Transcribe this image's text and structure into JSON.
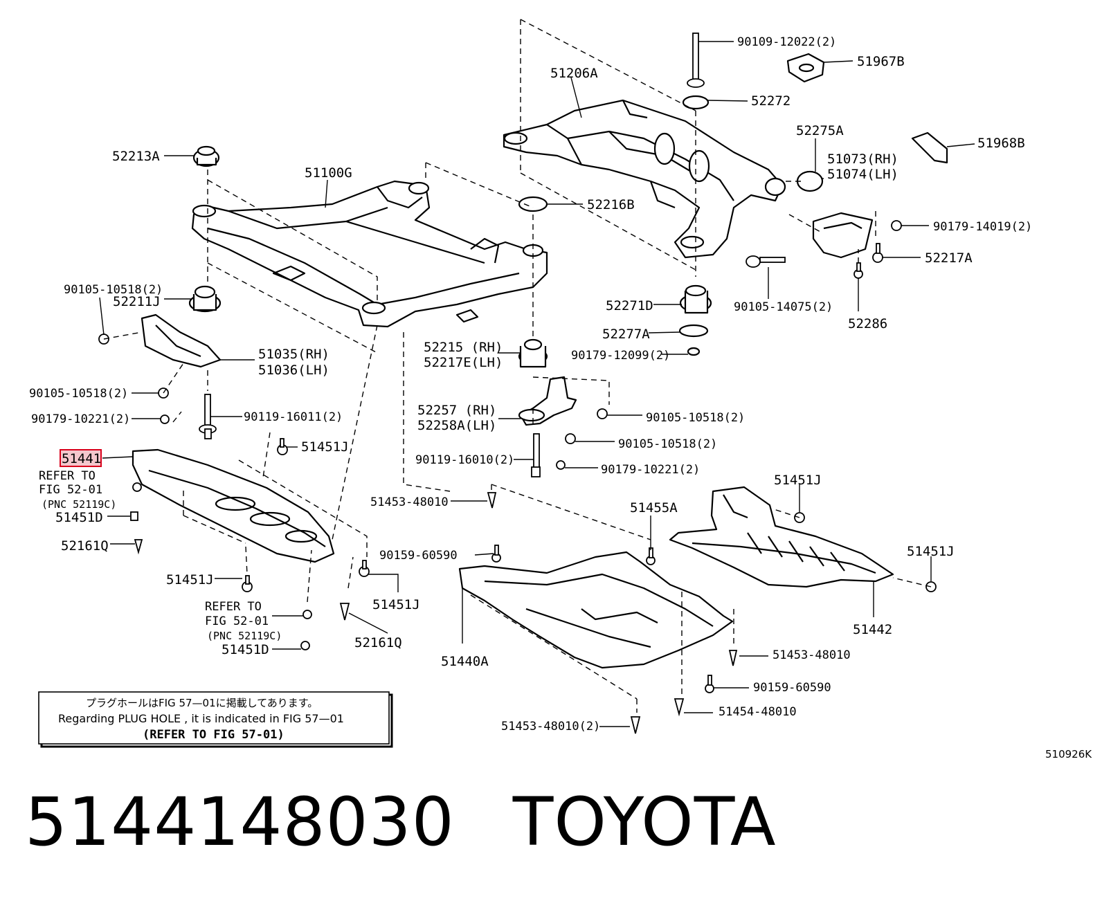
{
  "diagram": {
    "code": "510926K",
    "highlighted_part": "51441",
    "callouts": {
      "c90109_12022": "90109-12022(2)",
      "c51967B": "51967B",
      "c51206A": "51206A",
      "c52272": "52272",
      "c52275A": "52275A",
      "c51968B": "51968B",
      "c51073": "51073(RH)",
      "c51074": "51074(LH)",
      "c52213A": "52213A",
      "c51100G": "51100G",
      "c52216B": "52216B",
      "c90179_14019": "90179-14019(2)",
      "c52217A": "52217A",
      "c90105_10518_a": "90105-10518(2)",
      "c52211J": "52211J",
      "c52271D": "52271D",
      "c90105_14075": "90105-14075(2)",
      "c52286": "52286",
      "c52277A": "52277A",
      "c52215": "52215 (RH)",
      "c52217E": "52217E(LH)",
      "c90179_12099": "90179-12099(2)",
      "c51035": "51035(RH)",
      "c51036": "51036(LH)",
      "c90105_10518_b": "90105-10518(2)",
      "c90179_10221_a": "90179-10221(2)",
      "c90119_16011": "90119-16011(2)",
      "c52257": "52257 (RH)",
      "c52258A": "52258A(LH)",
      "c90105_10518_c": "90105-10518(2)",
      "c90105_10518_d": "90105-10518(2)",
      "c51451J_a": "51451J",
      "c90119_16010": "90119-16010(2)",
      "c90179_10221_b": "90179-10221(2)",
      "c51441": "51441",
      "c_refer_a1": "REFER TO",
      "c_refer_a2": "FIG 52-01",
      "c_refer_a3": "(PNC 52119C)",
      "c51451J_b": "51451J",
      "c51453_48010_a": "51453-48010",
      "c51451D_a": "51451D",
      "c51455A": "51455A",
      "c52161Q_a": "52161Q",
      "c90159_60590_a": "90159-60590",
      "c51451J_c": "51451J",
      "c51451J_d": "51451J",
      "c51451J_e": "51451J",
      "c_refer_b1": "REFER TO",
      "c_refer_b2": "FIG 52-01",
      "c_refer_b3": "(PNC 52119C)",
      "c51442": "51442",
      "c52161Q_b": "52161Q",
      "c51451D_b": "51451D",
      "c51440A": "51440A",
      "c51453_48010_b": "51453-48010",
      "c90159_60590_b": "90159-60590",
      "c51454_48010": "51454-48010",
      "c51453_48010_c": "51453-48010(2)"
    },
    "note": {
      "line_jp": "プラグホールはFIG 57—01に掲載してあります。",
      "line_en": "Regarding PLUG HOLE , it is indicated in FIG 57—01",
      "line_ref": "(REFER TO FIG 57-01)"
    }
  },
  "footer": {
    "part_number": "5144148030",
    "brand": "TOYOTA"
  },
  "colors": {
    "highlight": "#d9001b",
    "highlight_fill": "#f4c7cc"
  }
}
